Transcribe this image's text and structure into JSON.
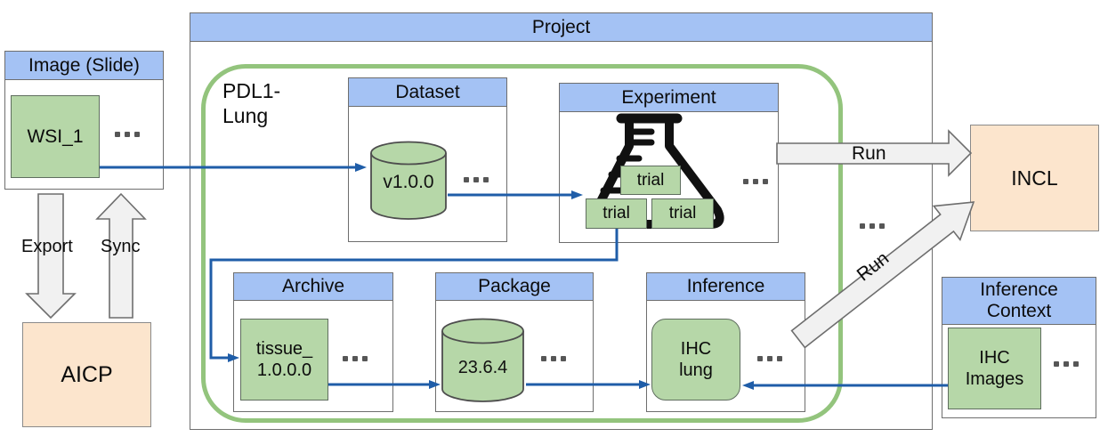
{
  "colors": {
    "header_blue": "#a4c2f4",
    "node_green": "#b6d7a8",
    "external_peach": "#fce5cd",
    "container_green": "#93c47d",
    "connector_blue": "#1f5da8",
    "block_arrow_gray": "#f1f1f1",
    "border_gray": "#6e6e6e"
  },
  "icons": {
    "flask": "erlenmeyer-flask",
    "database_cylinder": "cylinder",
    "ellipsis": "···",
    "block_arrow": "outlined-arrow"
  },
  "image_slide": {
    "title": "Image (Slide)",
    "node_label": "WSI_1"
  },
  "project": {
    "title": "Project",
    "subproject_label": "PDL1-\nLung"
  },
  "dataset": {
    "title": "Dataset",
    "node_label": "v1.0.0"
  },
  "experiment": {
    "title": "Experiment",
    "trials": [
      "trial",
      "trial",
      "trial"
    ]
  },
  "archive": {
    "title": "Archive",
    "node_label": "tissue_\n1.0.0.0"
  },
  "package": {
    "title": "Package",
    "node_label": "23.6.4"
  },
  "inference": {
    "title": "Inference",
    "node_label": "IHC\nlung"
  },
  "inference_context": {
    "title": "Inference\nContext",
    "node_label": "IHC\nImages"
  },
  "external": {
    "incl_label": "INCL",
    "aicp_label": "AICP"
  },
  "edges": {
    "export_label": "Export",
    "sync_label": "Sync",
    "run_top_label": "Run",
    "run_diagonal_label": "Run"
  }
}
